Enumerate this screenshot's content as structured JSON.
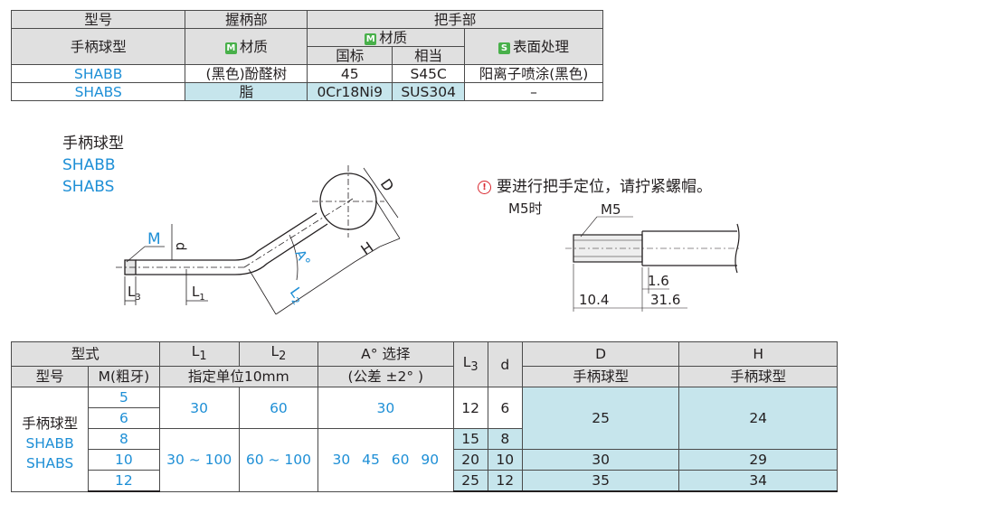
{
  "material_table": {
    "col_model": "型号",
    "col_grip": "握柄部",
    "col_handle": "把手部",
    "row_type": "手柄球型",
    "badge_m": "M",
    "badge_s": "S",
    "material": "材质",
    "surface": "表面处理",
    "national": "国标",
    "equivalent": "相当",
    "rows": [
      {
        "model": "SHABB",
        "grip": "(黑色)酚醛树",
        "national": "45",
        "equivalent": "S45C",
        "surface": "阳离子喷涂(黑色)"
      },
      {
        "model": "SHABS",
        "grip": "脂",
        "national": "0Cr18Ni9",
        "equivalent": "SUS304",
        "surface": "–"
      }
    ]
  },
  "drawing": {
    "type_name": "手柄球型",
    "model_1": "SHABB",
    "model_2": "SHABS",
    "dims": {
      "m": "M",
      "d": "d",
      "d_big": "D",
      "h": "H",
      "a": "A°",
      "l1": "L",
      "l1_sub": "1",
      "l2": "L",
      "l2_sub": "2",
      "l3": "L",
      "l3_sub": "3"
    },
    "note": "要进行把手定位，请拧紧螺帽。",
    "detail": {
      "caption": "M5时",
      "thread": "M5",
      "dim_a": "1.6",
      "dim_b": "10.4",
      "dim_c": "31.6"
    }
  },
  "size_table": {
    "header": {
      "type": "型式",
      "l1": "L",
      "l1_sub": "1",
      "l2": "L",
      "l2_sub": "2",
      "a": "A°  选择",
      "l3": "L",
      "l3_sub": "3",
      "d": "d",
      "d_big": "D",
      "h": "H",
      "model": "型号",
      "m": "M(粗牙)",
      "unit": "指定单位10mm",
      "tol": "(公差 ±2° )",
      "d_type": "手柄球型",
      "h_type": "手柄球型"
    },
    "type_label": "手柄球型",
    "model_1": "SHABB",
    "model_2": "SHABS",
    "m_values": [
      "5",
      "6",
      "8",
      "10",
      "12"
    ],
    "l1_group1": "30",
    "l2_group1": "60",
    "a_group1": "30",
    "l1_group2": "30 ~ 100",
    "l2_group2": "60 ~ 100",
    "a_group2": "30  45  60  90",
    "l3_values": [
      "12",
      "15",
      "20",
      "25"
    ],
    "d_values": [
      "6",
      "8",
      "10",
      "12"
    ],
    "D_values": [
      "25",
      "30",
      "35"
    ],
    "H_values": [
      "24",
      "29",
      "34"
    ]
  }
}
